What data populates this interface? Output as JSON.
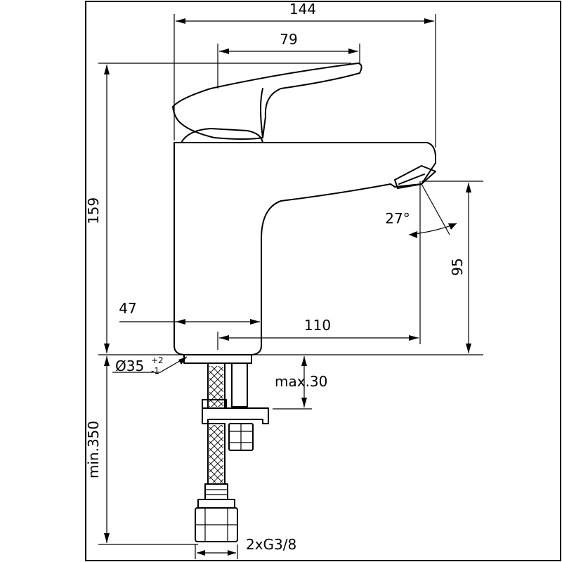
{
  "dimensions": {
    "total_width": "144",
    "lever_width": "79",
    "total_height": "159",
    "spout_height": "95",
    "spout_angle": "27°",
    "body_width": "47",
    "spout_reach": "110",
    "hole_diameter": "Ø35",
    "tolerance_upper": "+2",
    "tolerance_lower": "-1",
    "max_thickness": "max.30",
    "min_hose_length": "min.350",
    "connection": "2xG3/8"
  }
}
